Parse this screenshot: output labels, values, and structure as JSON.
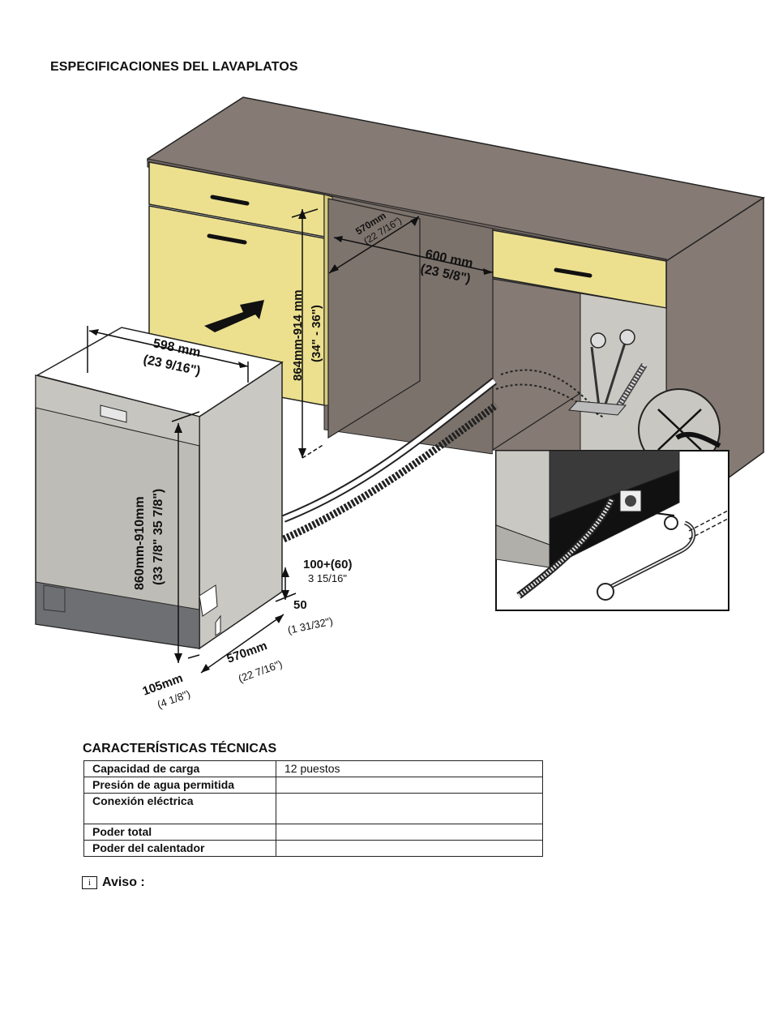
{
  "page_title": "ESPECIFICACIONES DEL LAVAPLATOS",
  "diagram": {
    "dims": {
      "cab_depth": "570mm",
      "cab_depth_in": "(22 7/16\")",
      "cab_width": "600 mm",
      "cab_width_in": "(23 5/8\")",
      "cab_height": "864mm-914 mm",
      "cab_height_in": "(34\" - 36\")",
      "dw_width": "598 mm",
      "dw_width_in": "(23 9/16\")",
      "dw_height": "860mm-910mm",
      "dw_height_in": "(33 7/8\" 35 7/8\")",
      "door_gap": "100+(60)",
      "door_gap_in": "3 15/16\"",
      "foot_gap": "50",
      "foot_gap_in": "(1 31/32\")",
      "dw_depth": "570mm",
      "dw_depth_in": "(22 7/16\")",
      "front_gap": "105mm",
      "front_gap_in": "(4 1/8\")"
    }
  },
  "specs": {
    "title": "CARACTERÍSTICAS TÉCNICAS",
    "rows": [
      {
        "label": "Capacidad de carga",
        "value": "12 puestos"
      },
      {
        "label": "Presión de agua permitida",
        "value": ""
      },
      {
        "label": "Conexión eléctrica",
        "value": ""
      },
      {
        "label": "Poder total",
        "value": ""
      },
      {
        "label": "Poder del calentador",
        "value": ""
      }
    ]
  },
  "note": {
    "icon": "info-icon",
    "icon_glyph": "i",
    "label": "Aviso :"
  }
}
